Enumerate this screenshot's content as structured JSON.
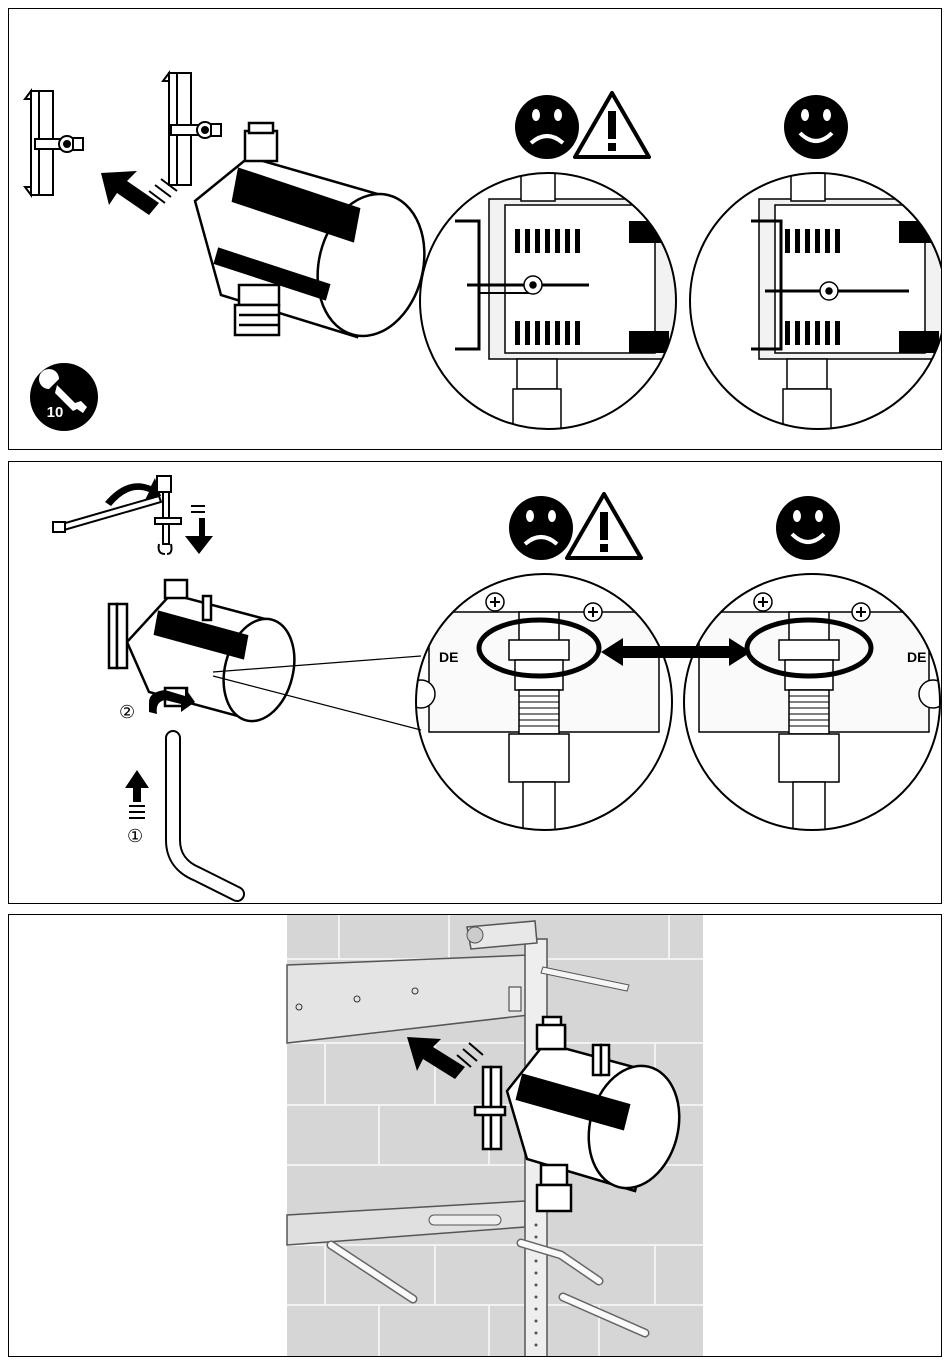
{
  "panel1": {
    "tool_badge": {
      "icon": "wrench-icon",
      "value": "10"
    },
    "incorrect_icons": [
      "sad-face-icon",
      "warning-triangle-icon"
    ],
    "correct_icons": [
      "smiley-face-icon"
    ]
  },
  "panel2": {
    "steps": [
      {
        "marker": "②",
        "icon": "rotate-arrow-icon"
      },
      {
        "marker": "①",
        "icon": "push-up-arrow-icon"
      }
    ],
    "incorrect_icons": [
      "sad-face-icon",
      "warning-triangle-icon"
    ],
    "correct_icons": [
      "smiley-face-icon"
    ],
    "housing_text_left": "DE",
    "housing_text_right": "DE"
  },
  "panel3": {
    "icons": [
      "insert-arrow-icon"
    ]
  }
}
